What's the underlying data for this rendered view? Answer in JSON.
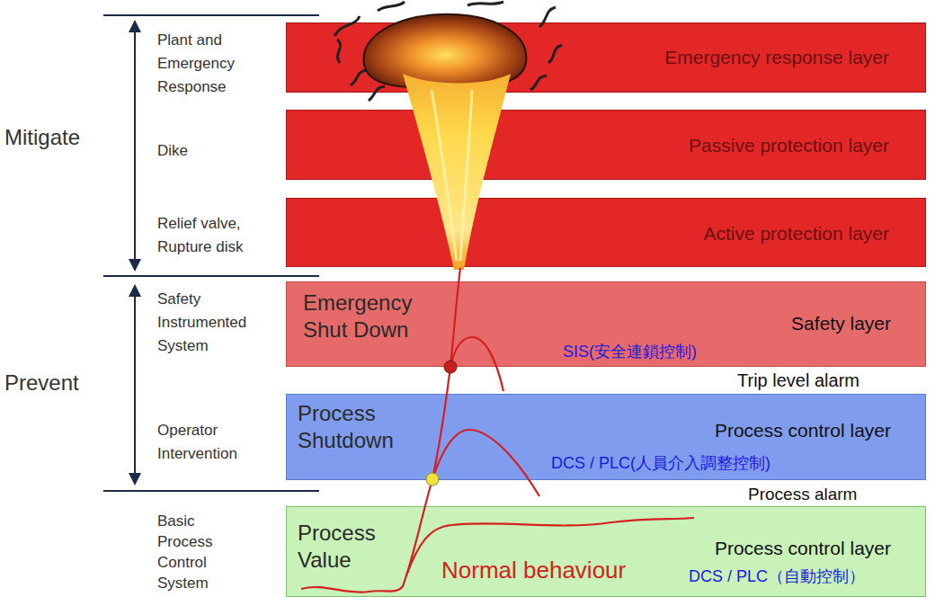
{
  "diagram": {
    "nodes": [
      {
        "text": [
          "Emergency response layer"
        ]
      },
      {
        "text": [
          "Passive protection layer"
        ]
      },
      {
        "text": [
          "Active protection layer"
        ]
      },
      {
        "text": [
          "Emergency Shut Down",
          "Safety layer",
          "SIS(安全連鎖控制)"
        ]
      },
      {
        "text": [
          "Process Shutdown",
          "Process control layer",
          "DCS / PLC(人員介入調整控制)"
        ]
      },
      {
        "text": [
          "Process Value",
          "Normal behaviour",
          "Process control layer",
          "DCS / PLC（自動控制）"
        ]
      }
    ],
    "labels": [
      "Mitigate",
      "Prevent",
      "Plant and Emergency Response",
      "Dike",
      "Relief valve, Rupture disk",
      "Safety Instrumented System",
      "Operator Intervention",
      "Basic Process Control System",
      "Trip level alarm",
      "Process alarm"
    ]
  }
}
